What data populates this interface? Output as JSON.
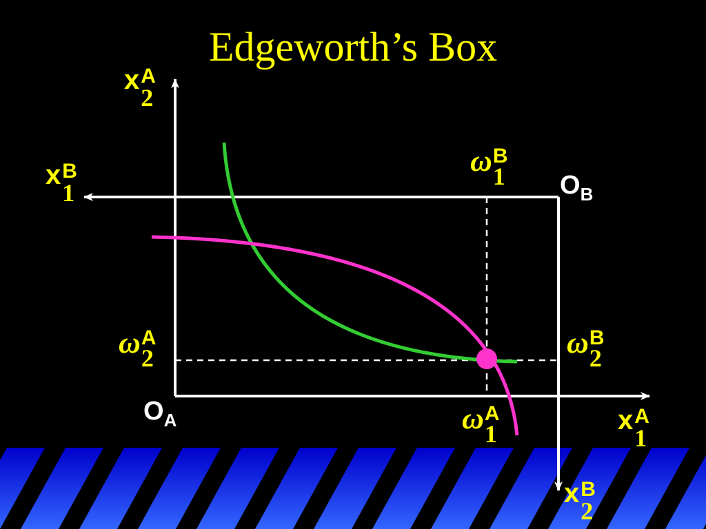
{
  "title": "Edgeworth’s Box",
  "colors": {
    "background": "#000000",
    "title": "#ffff00",
    "labels": "#ffff00",
    "axes": "#ffffff",
    "indifference_A": "#33cc33",
    "indifference_B": "#ff33cc",
    "endowment_point": "#ff33cc",
    "stripe_top": "#0000cc",
    "stripe_bottom": "#3366ff"
  },
  "labels": {
    "x2A": {
      "base": "x",
      "sub": "2",
      "sup": "A"
    },
    "x1B": {
      "base": "x",
      "sub": "1",
      "sup": "B"
    },
    "x1A": {
      "base": "x",
      "sub": "1",
      "sup": "A"
    },
    "x2B": {
      "base": "x",
      "sub": "2",
      "sup": "B"
    },
    "omega1B": {
      "base": "ω",
      "sub": "1",
      "sup": "B"
    },
    "omega2A": {
      "base": "ω",
      "sub": "2",
      "sup": "A"
    },
    "omega2B": {
      "base": "ω",
      "sub": "2",
      "sup": "B"
    },
    "omega1A": {
      "base": "ω",
      "sub": "1",
      "sup": "A"
    },
    "originA": {
      "main": "O",
      "sub": "A"
    },
    "originB": {
      "main": "O",
      "sub": "B"
    }
  }
}
